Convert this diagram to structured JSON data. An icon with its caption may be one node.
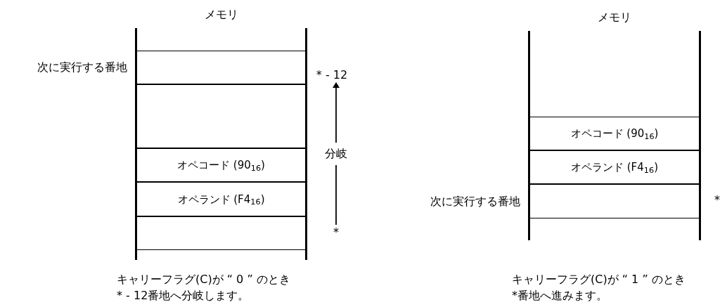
{
  "diagram": {
    "nodes": [
      {
        "text": [
          "メモリ"
        ]
      },
      {
        "text": [],
        "shape": "box",
        "in": 0,
        "beside": [
          "次に実行する番地"
        ]
      },
      {
        "text": [],
        "shape": "box",
        "in": 0
      },
      {
        "text": [
          "オペコード (90$_{16}$)"
        ],
        "in": 0
      },
      {
        "text": [
          "オペランド (F4$_{16}$)"
        ],
        "in": 0
      },
      {
        "text": [],
        "shape": "box",
        "in": 0
      },
      {
        "text": [
          "* - 12"
        ]
      },
      {
        "text": [
          "*"
        ]
      },
      {
        "text": [
          "メモリ"
        ]
      },
      {
        "text": [
          "オペコード (90$_{16}$)"
        ],
        "in": 8
      },
      {
        "text": [
          "オペランド (F4$_{16}$)"
        ],
        "in": 8
      },
      {
        "text": [],
        "shape": "box",
        "in": 8,
        "beside": [
          "次に実行する番地"
        ]
      },
      {
        "text": [
          "*"
        ]
      }
    ],
    "edges": [
      {
        "from": 7,
        "to": 6,
        "arrow": "to",
        "label": "分岐"
      }
    ],
    "labels": [
      "キャリーフラグ(C)が “ 0 ” のとき",
      "* - 12番地へ分岐します。",
      "キャリーフラグ(C)が “ 1 ” のとき",
      "*番地へ進みます。"
    ]
  }
}
